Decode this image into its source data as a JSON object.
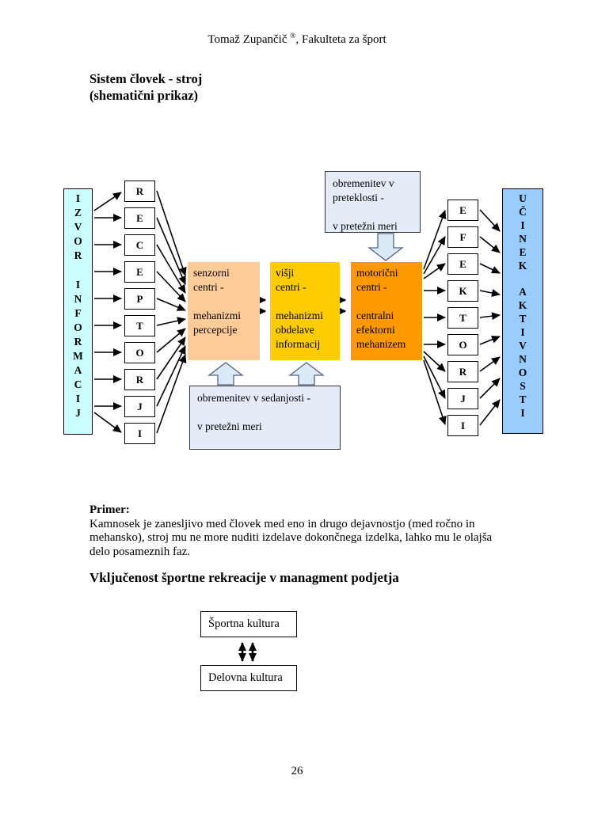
{
  "header": {
    "author": "Tomaž Zupančič",
    "reg": "®",
    "affiliation": ", Fakulteta za šport"
  },
  "title": "Sistem človek - stroj\n(shematični prikaz)",
  "diagram": {
    "source_box": {
      "text": "I\nZ\nV\nO\nR\n\nI\nN\nF\nO\nR\nM\nA\nC\nI\nJ",
      "color": "#CCFFFF"
    },
    "receptors": [
      "R",
      "E",
      "C",
      "E",
      "P",
      "T",
      "O",
      "R",
      "J",
      "I"
    ],
    "sensory_box": {
      "text": "senzorni\ncentri -\n\nmehanizmi\npercepcije",
      "color": "#FFCC99"
    },
    "higher_box": {
      "text": "višji\ncentri -\n\nmehanizmi\nobdelave\ninformacij",
      "color": "#FFCC00"
    },
    "motor_box": {
      "text": "motorični\ncentri -\n\ncentralni\nefektorni\nmehanizem",
      "color": "#FF9900"
    },
    "past_load_box": {
      "text": "obremenitev v\npreteklosti -\n\nv pretežni meri",
      "color": "#E4ECF8"
    },
    "present_load_box": {
      "text": "obremenitev v sedanjosti -\n\nv pretežni meri",
      "color": "#E4ECF8"
    },
    "effectors": [
      "E",
      "F",
      "E",
      "K",
      "T",
      "O",
      "R",
      "J",
      "I"
    ],
    "effect_box": {
      "text": "U\nČ\nI\nN\nE\nK\n\nA\nK\nT\nI\nV\nN\nO\nS\nT\nI",
      "color": "#99CCFF"
    }
  },
  "example": {
    "label": "Primer:",
    "text": "Kamnosek je zanesljivo med človek med eno in drugo dejavnostjo (med ročno in\nmehansko), stroj mu ne more nuditi izdelave dokončnega izdelka, lahko mu le olajša\ndelo posameznih faz."
  },
  "section2": {
    "heading": "Vključenost športne rekreacije v managment podjetja",
    "sport_box": "Športna kultura",
    "work_box": "Delovna kultura"
  },
  "page": {
    "number": "26"
  }
}
